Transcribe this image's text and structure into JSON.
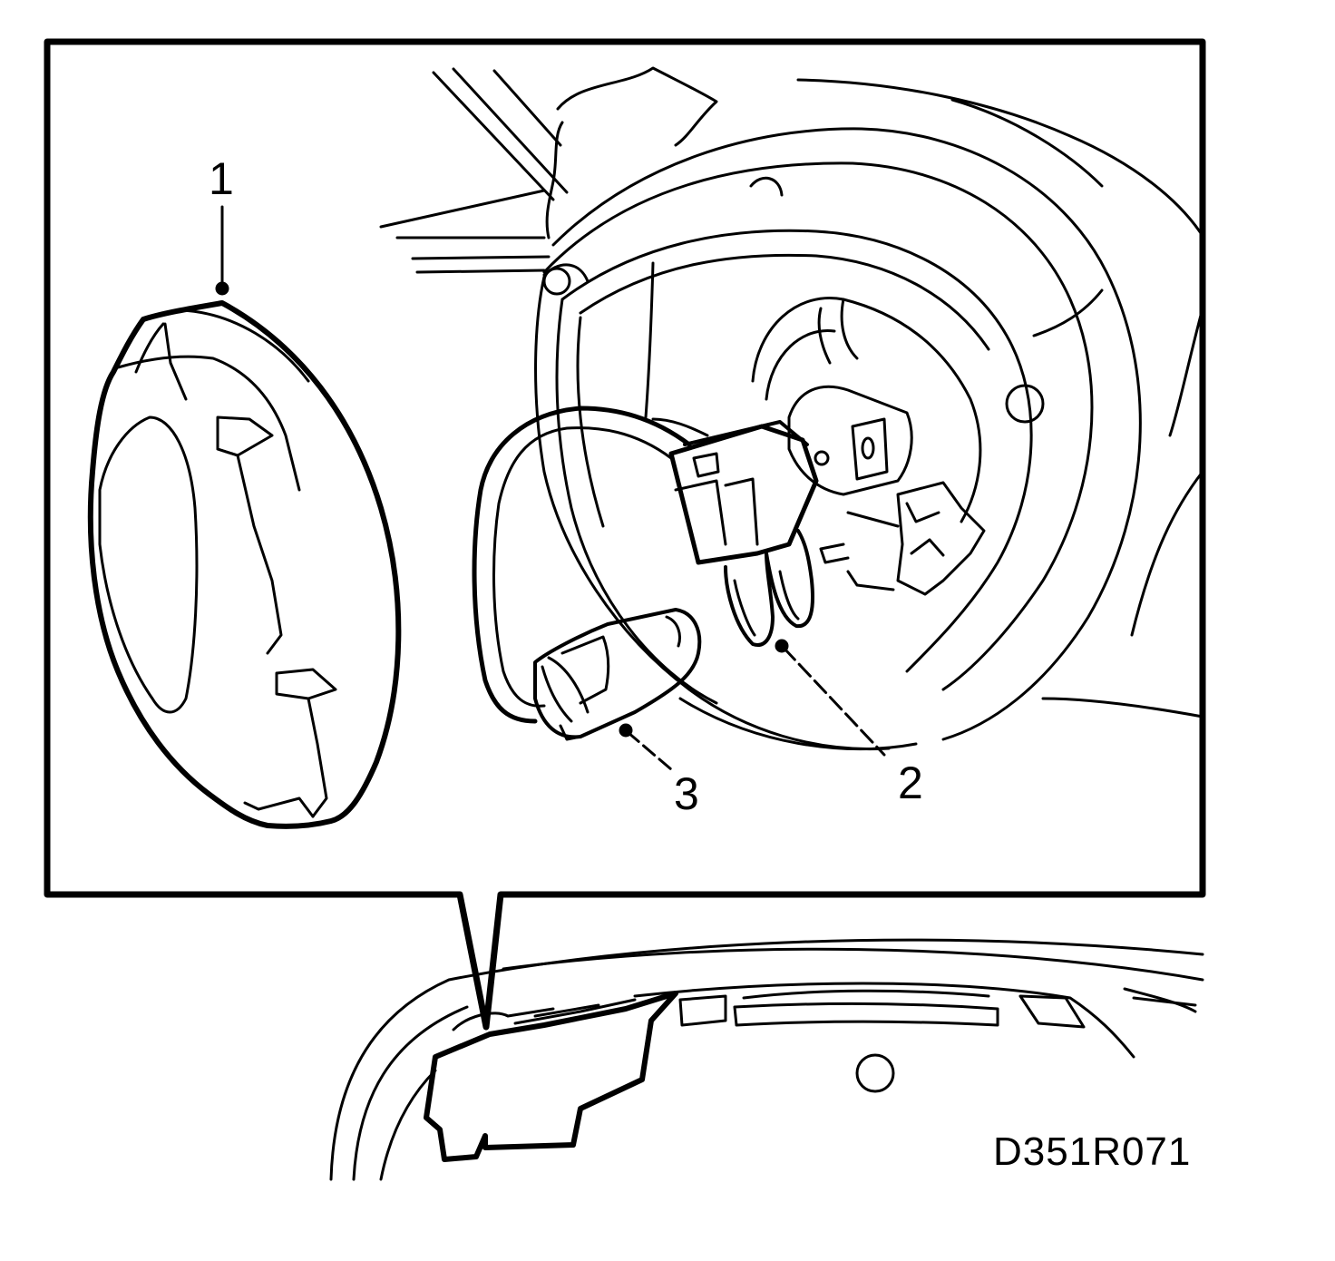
{
  "callouts": [
    {
      "id": "1",
      "label": "1"
    },
    {
      "id": "2",
      "label": "2"
    },
    {
      "id": "3",
      "label": "3"
    }
  ],
  "figure_code": "D351R071",
  "colors": {
    "line": "#000000",
    "background": "#ffffff"
  }
}
